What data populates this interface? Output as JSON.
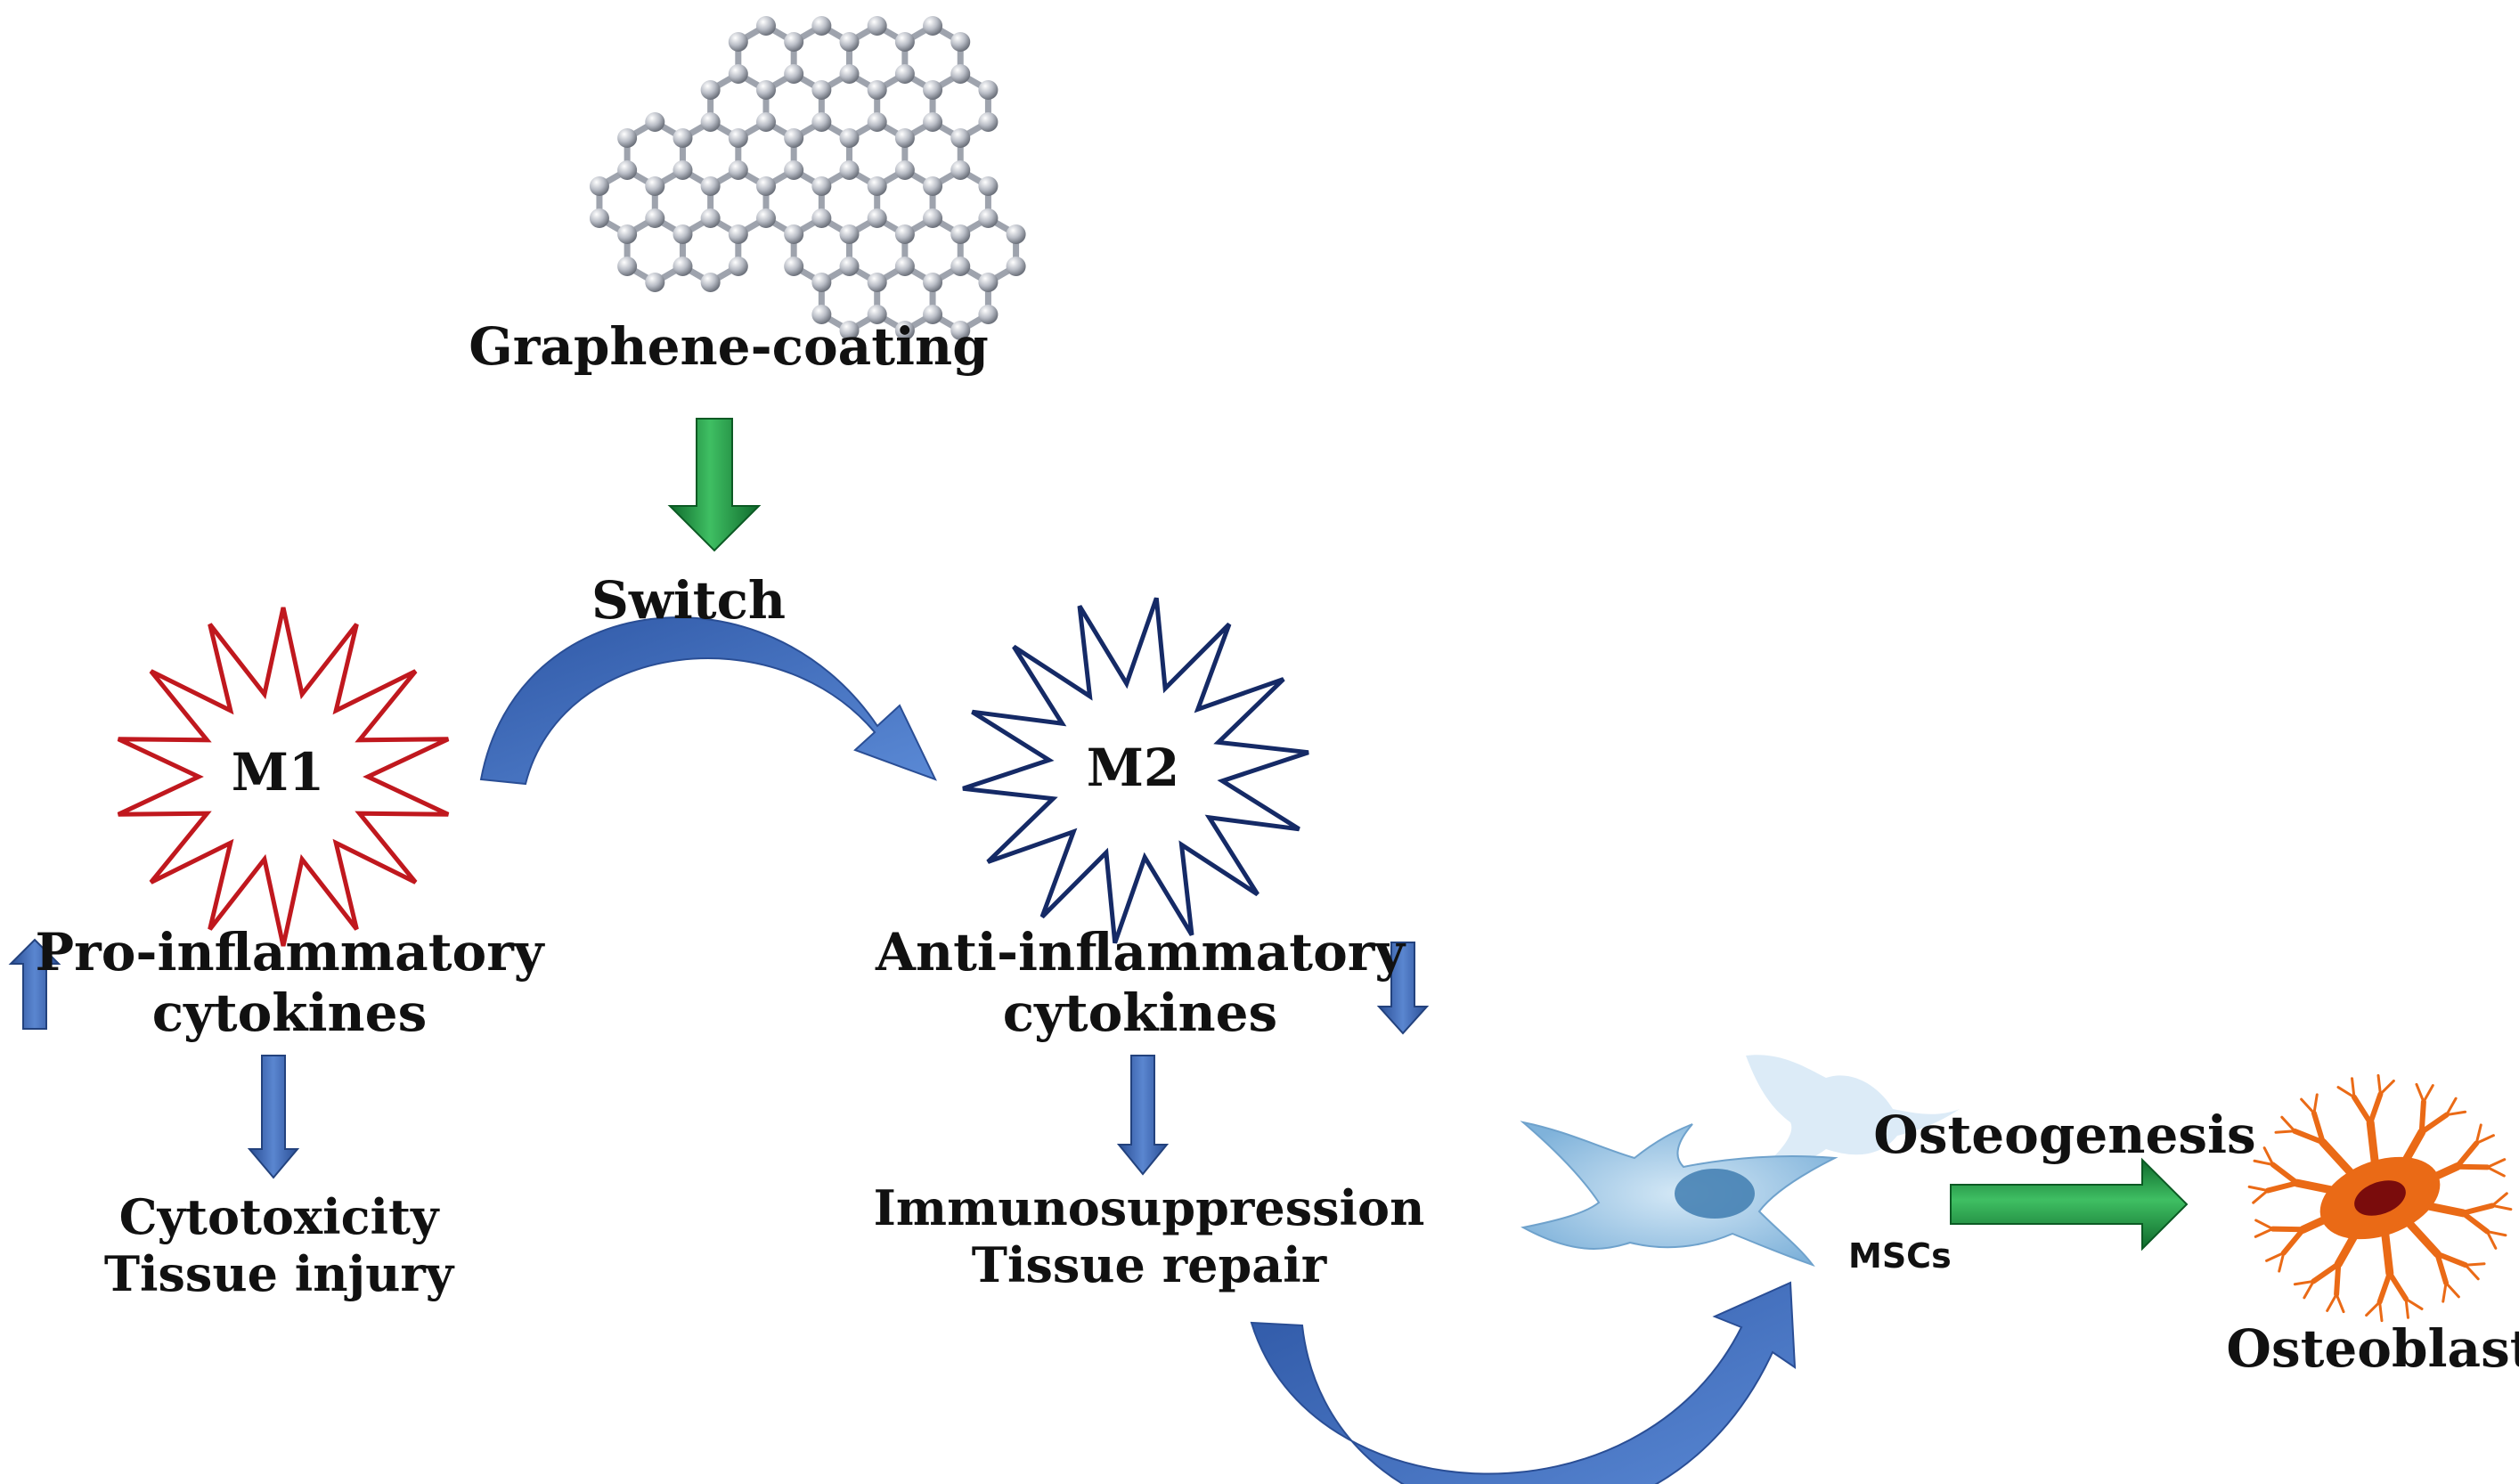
{
  "graphene": {
    "label": "Graphene-coating",
    "icon": "graphene-lattice-icon"
  },
  "switch_label": "Switch",
  "m1": {
    "label": "M1",
    "cytokines_line1": "Pro-inflammatory",
    "cytokines_line2": "cytokines",
    "effect_line1": "Cytotoxicity",
    "effect_line2": "Tissue injury",
    "trend": "up"
  },
  "m2": {
    "label": "M2",
    "cytokines_line1": "Anti-inflammatory",
    "cytokines_line2": "cytokines",
    "effect_line1": "Immunosuppression",
    "effect_line2": "Tissue repair",
    "trend": "down"
  },
  "mscs": {
    "label": "MSCs",
    "icon": "msc-cell-icon"
  },
  "osteogenesis_label": "Osteogenesis",
  "osteoblast": {
    "label": "Osteoblast",
    "icon": "osteoblast-cell-icon"
  },
  "colors": {
    "m1_star": "#c0181e",
    "m2_star": "#152a66",
    "blue_arrow": "#3e69b8",
    "green_arrow": "#1f9a44",
    "osteoblast_body": "#ea6a16",
    "osteoblast_nucleus": "#7a0c0c",
    "msc_cell": "#8fbde0"
  }
}
